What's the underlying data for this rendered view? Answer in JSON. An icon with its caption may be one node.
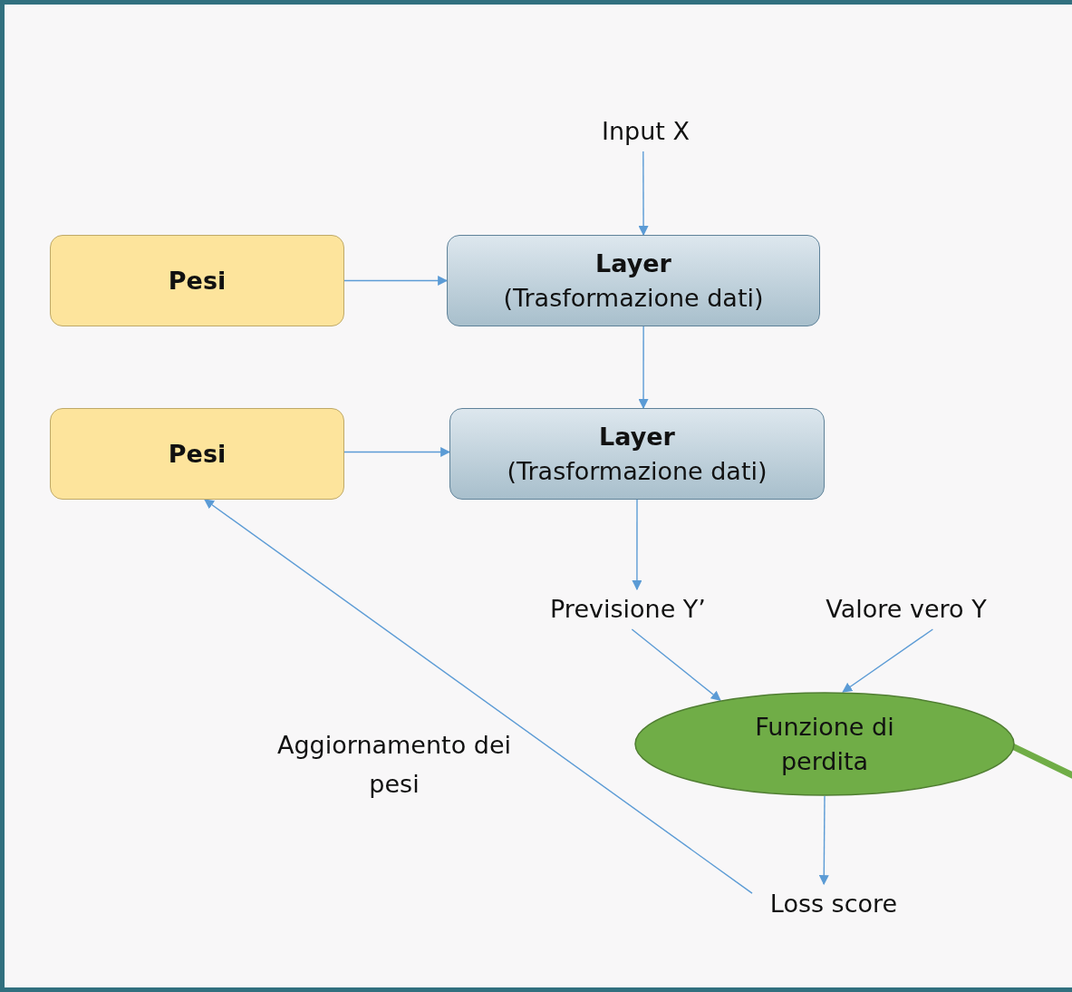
{
  "diagram": {
    "nodes": [
      {
        "text": [
          "Input X"
        ]
      },
      {
        "text": [
          "Pesi"
        ]
      },
      {
        "text": [
          "Layer",
          "(Trasformazione dati)"
        ]
      },
      {
        "text": [
          "Pesi"
        ]
      },
      {
        "text": [
          "Layer",
          "(Trasformazione dati)"
        ]
      },
      {
        "text": [
          "Previsione Y’"
        ]
      },
      {
        "text": [
          "Valore vero Y"
        ]
      },
      {
        "text": [
          "Funzione di perdita"
        ]
      },
      {
        "text": [
          "Loss score"
        ]
      }
    ],
    "edges": [
      {
        "from": 0,
        "to": 2,
        "arrow": "to"
      },
      {
        "from": 1,
        "to": 2,
        "arrow": "to"
      },
      {
        "from": 2,
        "to": 4,
        "arrow": "to"
      },
      {
        "from": 3,
        "to": 4,
        "arrow": "to"
      },
      {
        "from": 4,
        "to": 5,
        "arrow": "to"
      },
      {
        "from": 5,
        "to": 7,
        "arrow": "to"
      },
      {
        "from": 6,
        "to": 7,
        "arrow": "to"
      },
      {
        "from": 7,
        "to": 8,
        "arrow": "to"
      },
      {
        "from": 8,
        "to": 3,
        "arrow": "to",
        "label": "Aggiornamento dei pesi"
      },
      {
        "from": 7,
        "to": null,
        "arrow": "none",
        "style": "thick",
        "color": "#70ad47"
      }
    ]
  }
}
